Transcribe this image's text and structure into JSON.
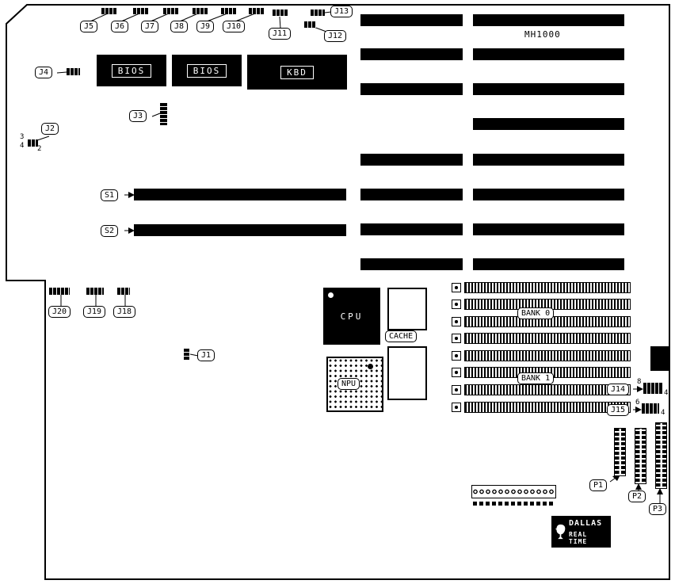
{
  "board": {
    "model": "MH1000"
  },
  "colors": {
    "silkscreen": "#000000",
    "board": "#ffffff"
  },
  "labels": {
    "j1": "J1",
    "j2": "J2",
    "j3": "J3",
    "j4": "J4",
    "j5": "J5",
    "j6": "J6",
    "j7": "J7",
    "j8": "J8",
    "j9": "J9",
    "j10": "J10",
    "j11": "J11",
    "j12": "J12",
    "j13": "J13",
    "j14": "J14",
    "j15": "J15",
    "j18": "J18",
    "j19": "J19",
    "j20": "J20",
    "s1": "S1",
    "s2": "S2",
    "p1": "P1",
    "p2": "P2",
    "p3": "P3",
    "bank0": "BANK 0",
    "bank1": "BANK 1",
    "cache": "CACHE"
  },
  "chips": {
    "bios_left": "BIOS",
    "bios_right": "BIOS",
    "kbd": "KBD",
    "cpu": "CPU",
    "npu": "NPU"
  },
  "pin_numbers": {
    "j2_pin3": "3",
    "j2_pin4": "4",
    "j2_pin2": "2",
    "j14_pin_top": "8",
    "j14_pin_bottom": "4",
    "j15_pin_top": "6",
    "j15_pin_bottom": "4"
  },
  "branding": {
    "line1": "DALLAS",
    "line2": "REAL TIME"
  }
}
